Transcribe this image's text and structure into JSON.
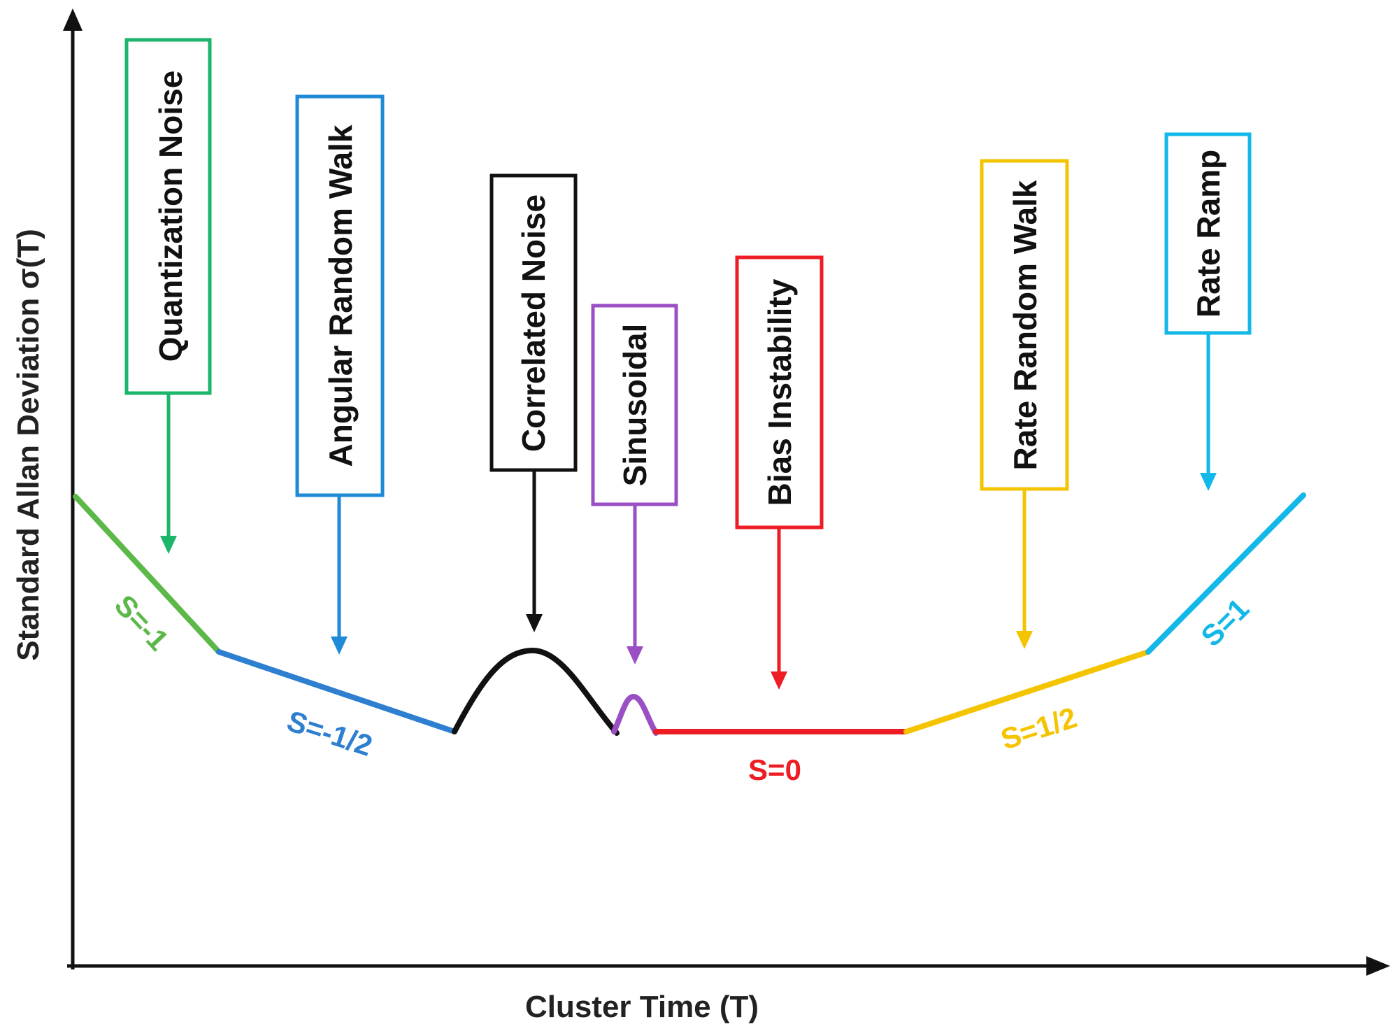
{
  "diagram": {
    "axes": {
      "x_title": "Cluster Time (T)",
      "y_title": "Standard Allan Deviation σ(T)"
    },
    "noise_terms": [
      {
        "id": "quantization",
        "label": "Quantization Noise",
        "color": "#1db56a"
      },
      {
        "id": "arw",
        "label": "Angular Random Walk",
        "color": "#1f8ad6"
      },
      {
        "id": "correlated",
        "label": "Correlated Noise",
        "color": "#111111"
      },
      {
        "id": "sinusoidal",
        "label": "Sinusoidal",
        "color": "#9b4fc4"
      },
      {
        "id": "bias",
        "label": "Bias Instability",
        "color": "#ee1c24"
      },
      {
        "id": "rrw",
        "label": "Rate Random Walk",
        "color": "#f5c400"
      },
      {
        "id": "ramp",
        "label": "Rate Ramp",
        "color": "#12b8e8"
      }
    ],
    "slopes": [
      {
        "id": "quantization",
        "label": "S=-1",
        "color": "#5cb848"
      },
      {
        "id": "arw",
        "label": "S=-1/2",
        "color": "#2f7fd1"
      },
      {
        "id": "bias",
        "label": "S=0",
        "color": "#ee1c24"
      },
      {
        "id": "rrw",
        "label": "S=1/2",
        "color": "#f5c400"
      },
      {
        "id": "ramp",
        "label": "S=1",
        "color": "#12b8e8"
      }
    ]
  }
}
